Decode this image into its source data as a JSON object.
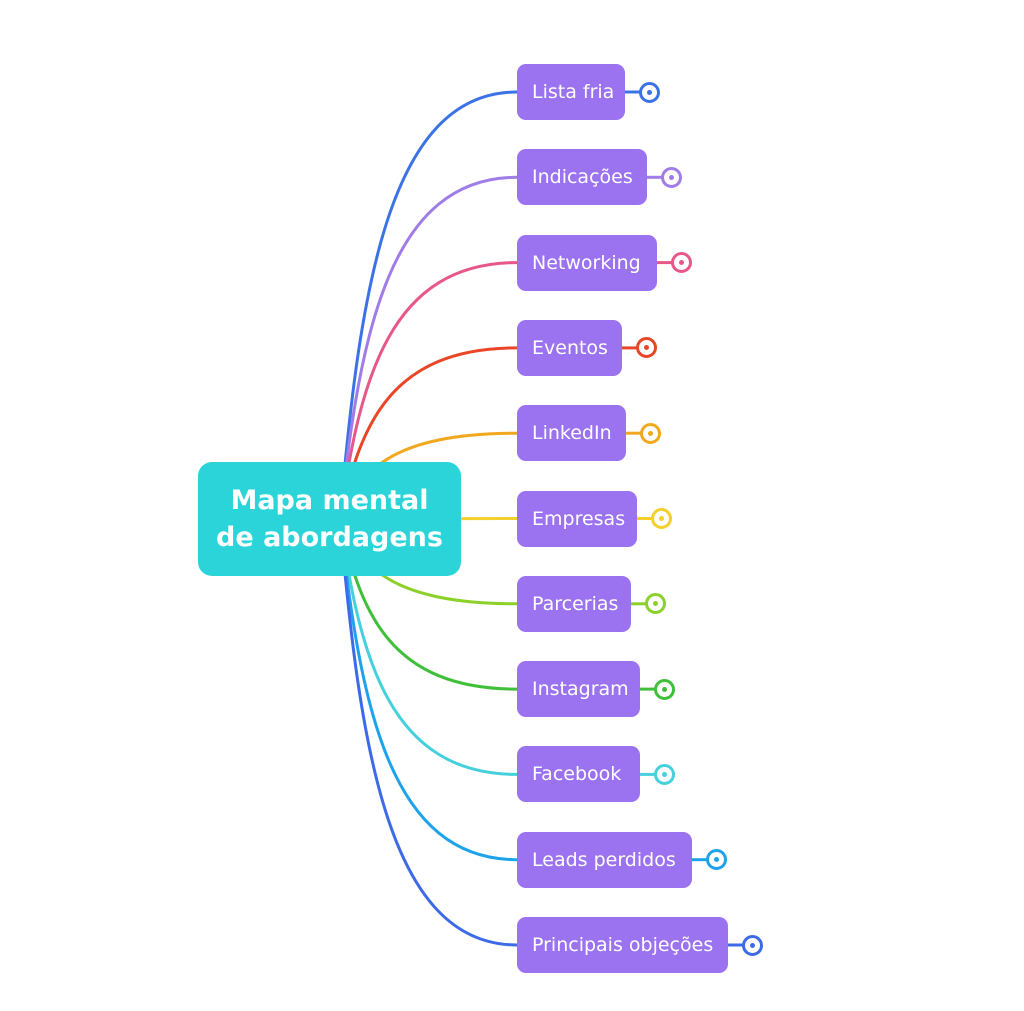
{
  "root": {
    "label": "Mapa mental de abordagens",
    "color": "#2ad4d8"
  },
  "node_color": "#9b72ef",
  "branches": [
    {
      "label": "Lista fria",
      "color": "#3b73e6"
    },
    {
      "label": "Indicações",
      "color": "#a07ce8"
    },
    {
      "label": "Networking",
      "color": "#e8578a"
    },
    {
      "label": "Eventos",
      "color": "#ea4526"
    },
    {
      "label": "LinkedIn",
      "color": "#f2a81e"
    },
    {
      "label": "Empresas",
      "color": "#f5cf2e"
    },
    {
      "label": "Parcerias",
      "color": "#8bd12a"
    },
    {
      "label": "Instagram",
      "color": "#3fbf3a"
    },
    {
      "label": "Facebook",
      "color": "#46d0dc"
    },
    {
      "label": "Leads perdidos",
      "color": "#1ea3ea"
    },
    {
      "label": "Principais objeções",
      "color": "#3d6ae6"
    }
  ]
}
